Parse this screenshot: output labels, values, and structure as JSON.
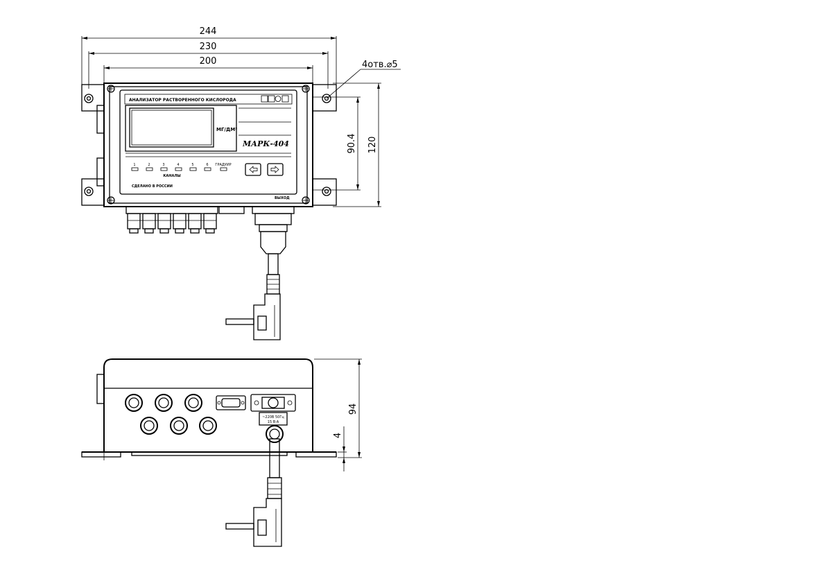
{
  "dimensions": {
    "width_244": "244",
    "width_230": "230",
    "width_200": "200",
    "holes": "4отв.⌀5",
    "height_90_4": "90.4",
    "height_120": "120",
    "height_94": "94",
    "height_4": "4"
  },
  "panel": {
    "title": "АНАЛИЗАТОР РАСТВОРЕННОГО КИСЛОРОДА",
    "unit": "МГ/ДМ³",
    "brand": "МАРК-404",
    "channels": [
      "1",
      "2",
      "3",
      "4",
      "5",
      "6"
    ],
    "calib": "ГРАДУИР",
    "channels_label": "КАНАЛЫ",
    "made_in": "СДЕЛАНО В РОССИИ",
    "output": "ВЫХОД"
  },
  "power_label": {
    "line1": "~220В 50Гц",
    "line2": "15 В·А"
  }
}
